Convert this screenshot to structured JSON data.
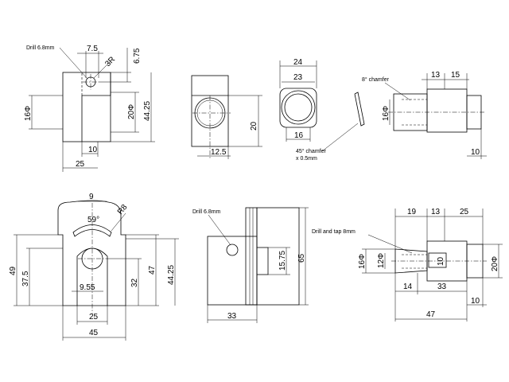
{
  "v1": {
    "drill_note": "Drill 6.8mm",
    "d_7_5": "7.5",
    "d_3r": "3R",
    "d_6_75": "6.75",
    "d_16phi": "16Φ",
    "d_20phi": "20Φ",
    "d_44_25": "44.25",
    "d_10": "10",
    "d_25": "25"
  },
  "v2": {
    "d_20": "20",
    "d_12_5": "12.5"
  },
  "v3": {
    "d_24": "24",
    "d_23": "23",
    "d_16": "16",
    "chamfer_note_1": "45° chamfer",
    "chamfer_note_2": "x 0.5mm"
  },
  "v4": {
    "chamfer_note": "8° chamfer",
    "d_13": "13",
    "d_15": "15",
    "d_16phi": "16Φ",
    "d_10": "10"
  },
  "v5": {
    "d_9": "9",
    "d_59deg": "59°",
    "d_r8": "R8",
    "d_49": "49",
    "d_37_5": "37.5",
    "d_9_55": "9.55",
    "d_32": "32",
    "d_47": "47",
    "d_44_25": "44.25",
    "d_25": "25",
    "d_45": "45"
  },
  "v6": {
    "drill_note": "Drill 6.8mm",
    "d_15_75": "15.75",
    "d_65": "65",
    "d_33": "33"
  },
  "v7": {
    "d_19": "19",
    "d_13": "13",
    "d_25": "25",
    "tap_note": "Drill and tap 8mm",
    "d_16phi": "16Φ",
    "d_12phi": "12Φ",
    "d_10": "10",
    "d_20phi": "20Φ",
    "d_14": "14",
    "d_33": "33",
    "d_10b": "10",
    "d_47": "47"
  }
}
